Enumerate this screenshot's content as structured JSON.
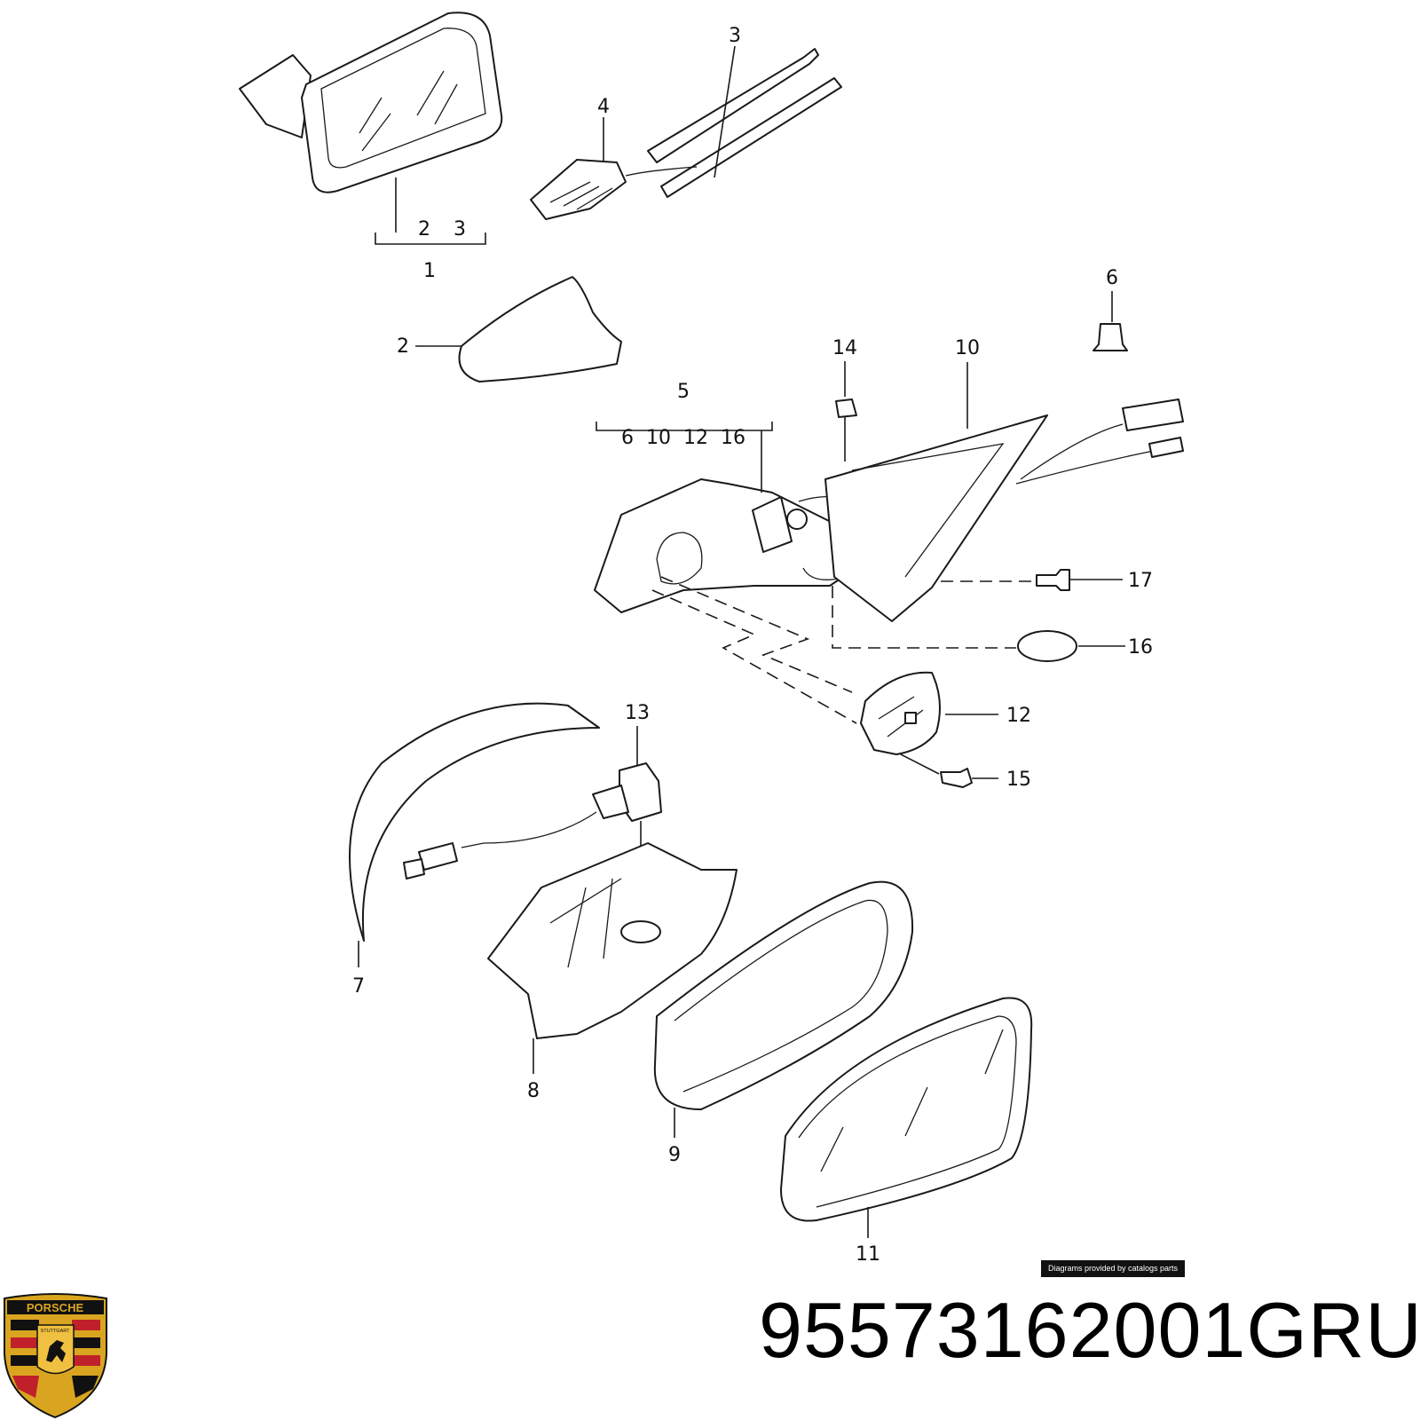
{
  "callouts": {
    "c1": "1",
    "c2a": "2",
    "c3a": "3",
    "c2": "2",
    "c3": "3",
    "c4": "4",
    "c5": "5",
    "c5_sub": "6  10  12  16",
    "c6": "6",
    "c7": "7",
    "c8": "8",
    "c9": "9",
    "c10": "10",
    "c11": "11",
    "c12": "12",
    "c13": "13",
    "c14": "14",
    "c15": "15",
    "c16": "16",
    "c17": "17"
  },
  "credit": "Diagrams provided by catalogs parts",
  "part_number": "95573162001GRU",
  "logo": {
    "icon": "porsche-crest-icon",
    "wordmark": "PORSCHE",
    "city": "STUTTGART",
    "colors": {
      "gold": "#d9a520",
      "red": "#c0202a",
      "black": "#111111"
    }
  }
}
